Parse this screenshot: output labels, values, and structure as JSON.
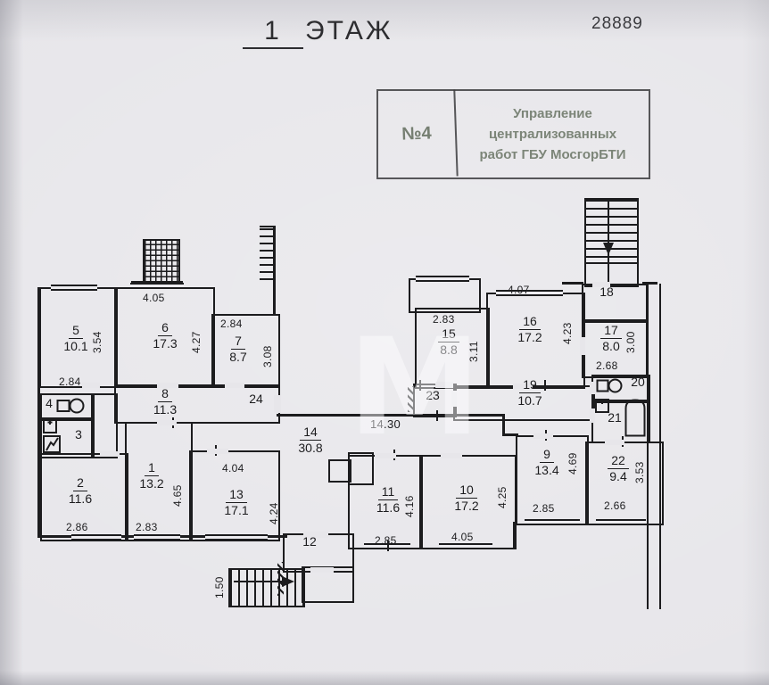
{
  "header": {
    "floor_num": "1",
    "floor_word": "ЭТАЖ",
    "doc_number": "28889"
  },
  "stamp": {
    "cell": "№4",
    "line1": "Управление",
    "line2": "централизованных",
    "line3": "работ ГБУ МосгорБТИ"
  },
  "watermark": "М",
  "rooms": {
    "r1": {
      "num": "1",
      "area": "13.2"
    },
    "r2": {
      "num": "2",
      "area": "11.6"
    },
    "r3": {
      "num": "3"
    },
    "r4": {
      "num": "4"
    },
    "r5": {
      "num": "5",
      "area": "10.1"
    },
    "r6": {
      "num": "6",
      "area": "17.3"
    },
    "r7": {
      "num": "7",
      "area": "8.7"
    },
    "r8": {
      "num": "8",
      "area": "11.3"
    },
    "r9": {
      "num": "9",
      "area": "13.4"
    },
    "r10": {
      "num": "10",
      "area": "17.2"
    },
    "r11": {
      "num": "11",
      "area": "11.6"
    },
    "r12": {
      "num": "12"
    },
    "r13": {
      "num": "13",
      "area": "17.1"
    },
    "r14": {
      "num": "14",
      "area": "30.8"
    },
    "r15": {
      "num": "15",
      "area": "8.8"
    },
    "r16": {
      "num": "16",
      "area": "17.2"
    },
    "r17": {
      "num": "17",
      "area": "8.0"
    },
    "r18": {
      "num": "18"
    },
    "r19": {
      "num": "19",
      "area": "10.7"
    },
    "r20": {
      "num": "20"
    },
    "r21": {
      "num": "21"
    },
    "r22": {
      "num": "22",
      "area": "9.4"
    },
    "r23": {
      "num": "23"
    },
    "r24": {
      "num": "24"
    }
  },
  "dims": {
    "r5_w": "2.84",
    "r5_h": "3.54",
    "r6_w": "4.05",
    "r6_h": "4.27",
    "r7_w": "2.84",
    "r7_h": "3.08",
    "r1_w": "2.83",
    "r1_h": "4.65",
    "r2_w": "2.86",
    "r13_w": "4.04",
    "r13_h": "4.24",
    "hall_len": "14.30",
    "r11_w": "2.85",
    "r11_h": "4.16",
    "r10_w": "4.05",
    "r10_h": "4.25",
    "r15_w": "2.83",
    "r15_h": "3.11",
    "r16_w": "4.07",
    "r16_h": "4.23",
    "r17_w": "2.68",
    "r17_h": "3.00",
    "r9_w": "2.85",
    "r9_h": "4.69",
    "r22_w": "2.66",
    "r22_h": "3.53",
    "stair_w": "1.50"
  }
}
